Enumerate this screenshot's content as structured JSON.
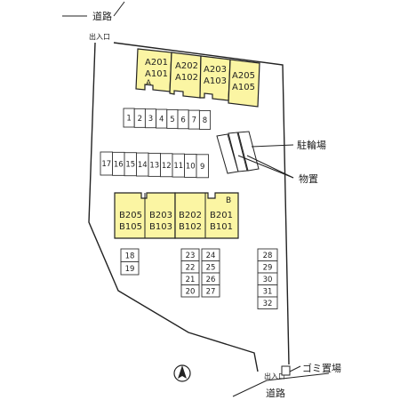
{
  "road_top": "道路",
  "road_bottom": "道路",
  "entrance_top": "出入口",
  "entrance_bottom": "出入口",
  "bike_parking": "駐輪場",
  "storage": "物置",
  "garbage": "ゴミ置場",
  "building_a_label": "A",
  "building_b_label": "B",
  "building_a_units": [
    {
      "upper": "A201",
      "lower": "A101"
    },
    {
      "upper": "A202",
      "lower": "A102"
    },
    {
      "upper": "A203",
      "lower": "A103"
    },
    {
      "upper": "A205",
      "lower": "A105"
    }
  ],
  "building_b_units": [
    {
      "upper": "B205",
      "lower": "B105"
    },
    {
      "upper": "B203",
      "lower": "B103"
    },
    {
      "upper": "B202",
      "lower": "B102"
    },
    {
      "upper": "B201",
      "lower": "B101"
    }
  ],
  "parking_row1": [
    "1",
    "2",
    "3",
    "4",
    "5",
    "6",
    "7",
    "8"
  ],
  "parking_row2": [
    "17",
    "16",
    "15",
    "14",
    "13",
    "12",
    "11",
    "10",
    "9"
  ],
  "parking_col_a": [
    "18",
    "19"
  ],
  "parking_col_b": [
    "23",
    "22",
    "21",
    "20"
  ],
  "parking_col_c": [
    "24",
    "25",
    "26",
    "27"
  ],
  "parking_col_d": [
    "28",
    "29",
    "30",
    "31",
    "32"
  ],
  "north_arrow": "north-arrow"
}
